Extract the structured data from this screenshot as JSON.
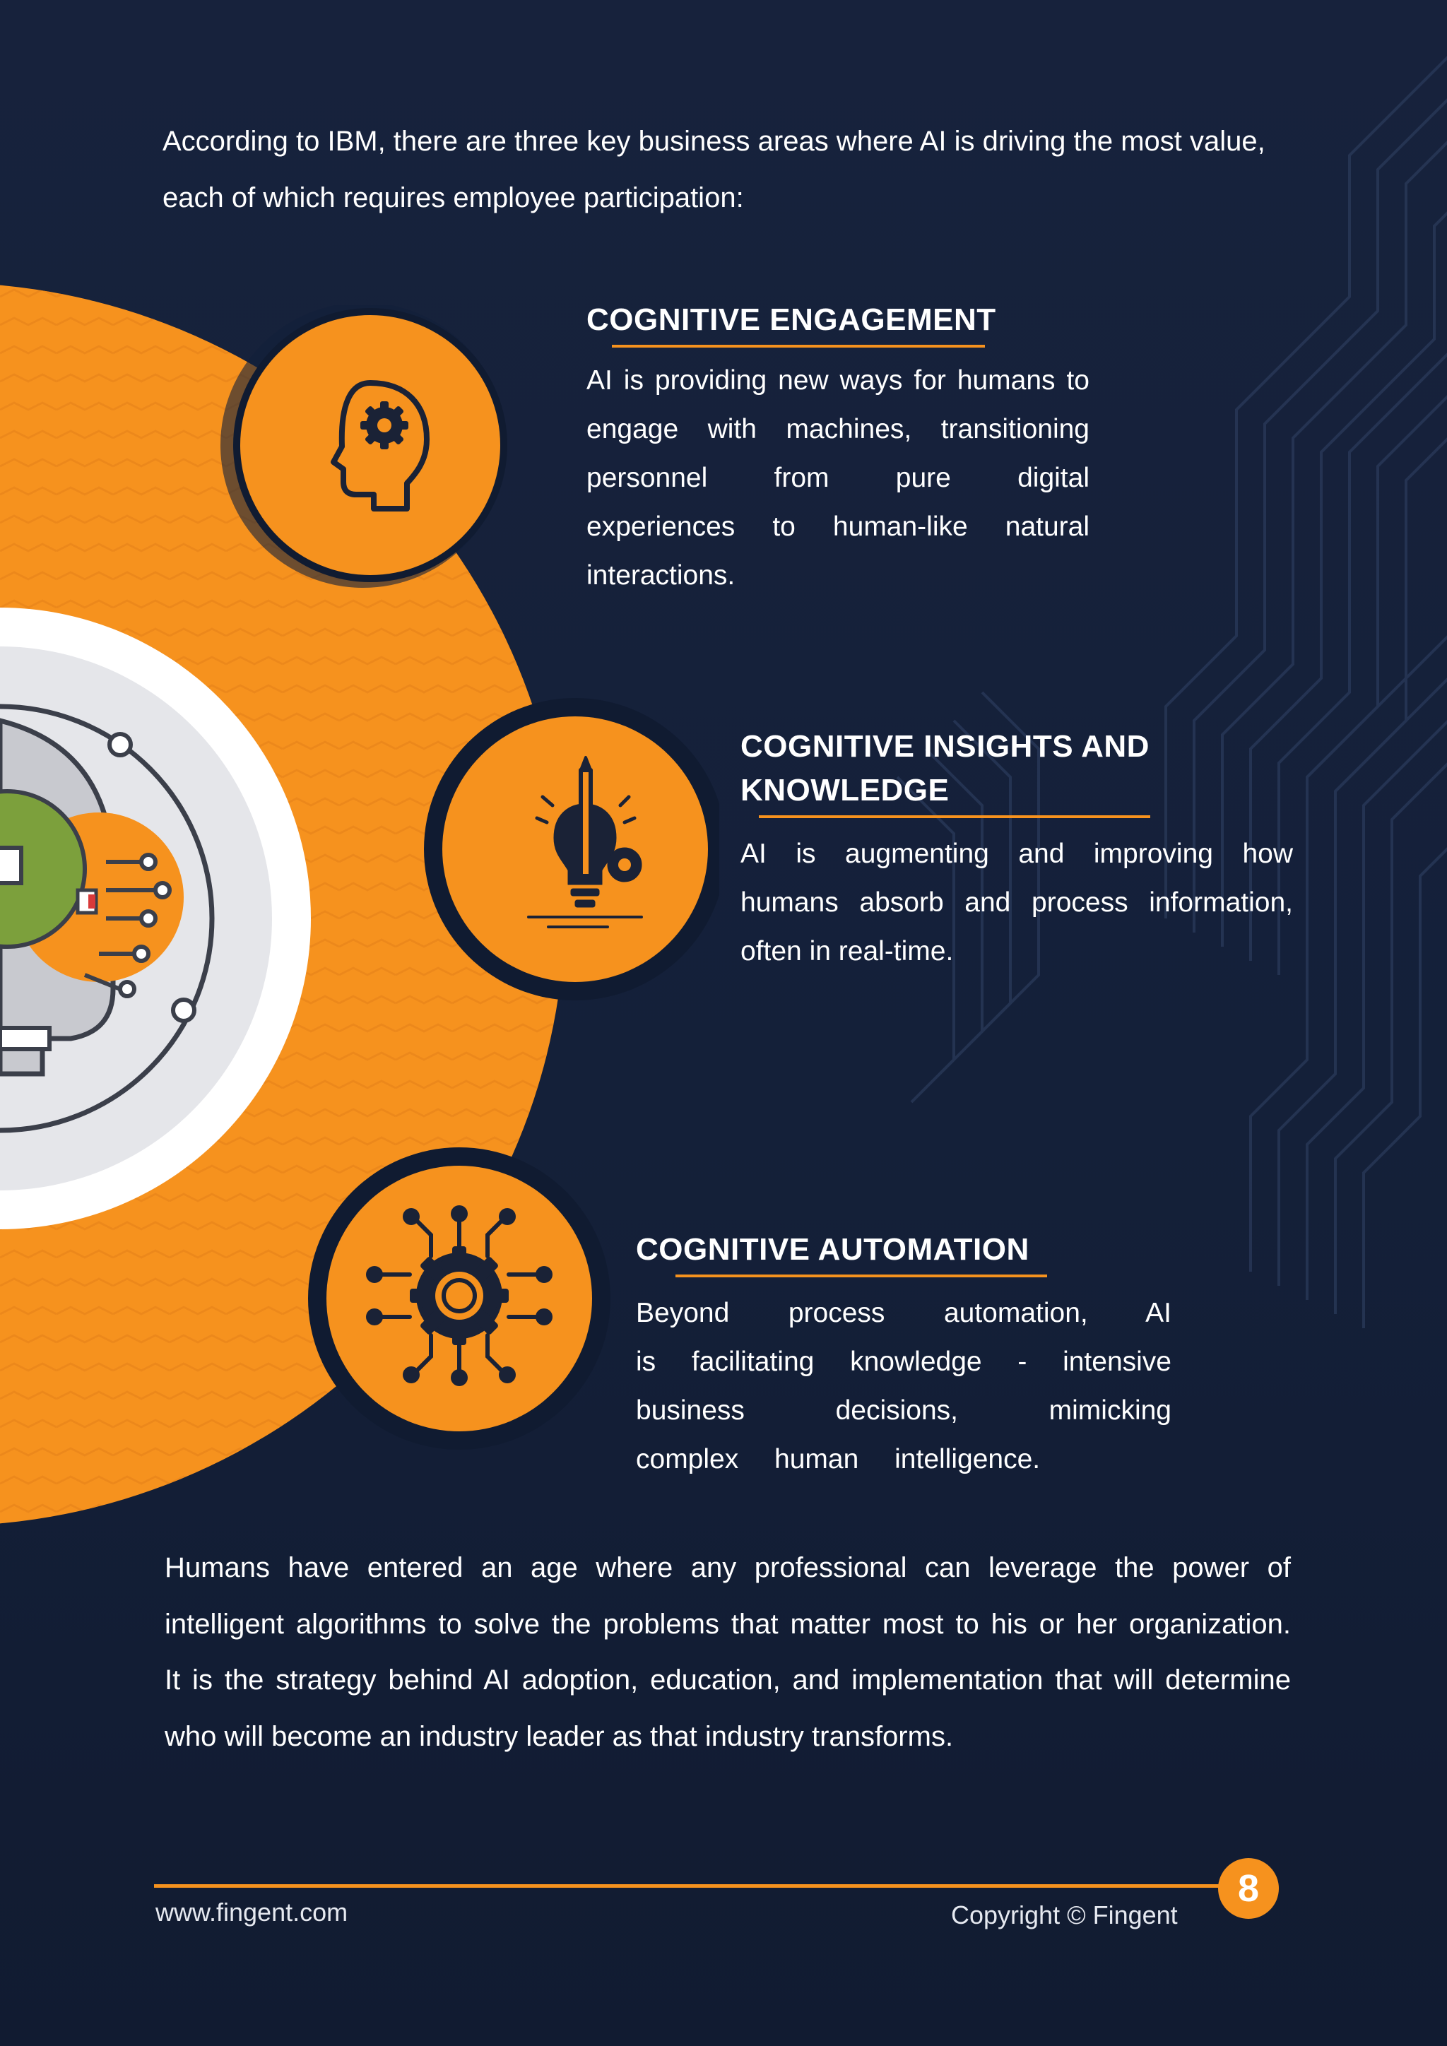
{
  "intro": {
    "line1": "According to IBM, there are three key business areas where AI is driving the most value,",
    "line2": "each of which requires employee participation:"
  },
  "sections": [
    {
      "title": "COGNITIVE ENGAGEMENT",
      "title_lines": [
        "COGNITIVE ENGAGEMENT"
      ],
      "icon": "head-gear-icon",
      "body_lines": [
        "AI is providing new ways for humans to",
        "engage with machines, transitioning",
        "personnel from pure digital",
        "experiences to human-like natural",
        "interactions."
      ]
    },
    {
      "title": "COGNITIVE INSIGHTS AND KNOWLEDGE",
      "title_lines": [
        "COGNITIVE INSIGHTS AND",
        "KNOWLEDGE"
      ],
      "icon": "lightbulb-pencil-gear-icon",
      "body_lines": [
        "AI is augmenting and improving how",
        "humans absorb and process information,",
        "often in real-time."
      ]
    },
    {
      "title": "COGNITIVE AUTOMATION",
      "title_lines": [
        "COGNITIVE AUTOMATION"
      ],
      "icon": "gear-network-icon",
      "body_lines": [
        "Beyond process automation, AI",
        "is facilitating knowledge - intensive",
        "business decisions, mimicking",
        "complex human intelligence."
      ]
    }
  ],
  "closing": {
    "lines": [
      "Humans have entered an age where any professional can leverage the power of",
      "intelligent algorithms to solve the problems that matter most to his or her organization.",
      "It is the strategy behind AI adoption, education, and implementation that will determine",
      "who will become an industry leader as that industry transforms."
    ]
  },
  "footer": {
    "url": "www.fingent.com",
    "copyright": "Copyright © Fingent",
    "page_number": "8"
  },
  "colors": {
    "background": "#15203a",
    "accent": "#f6921e",
    "text": "#ffffff"
  }
}
